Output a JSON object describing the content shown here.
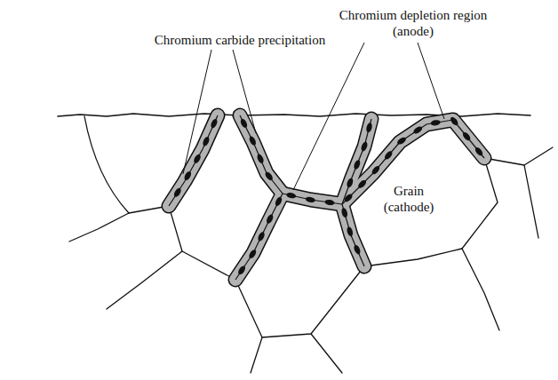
{
  "diagram": {
    "labels": [
      "Chromium depletion region (anode)",
      "Chromium carbide precipitation",
      "Grain (cathode)"
    ]
  }
}
